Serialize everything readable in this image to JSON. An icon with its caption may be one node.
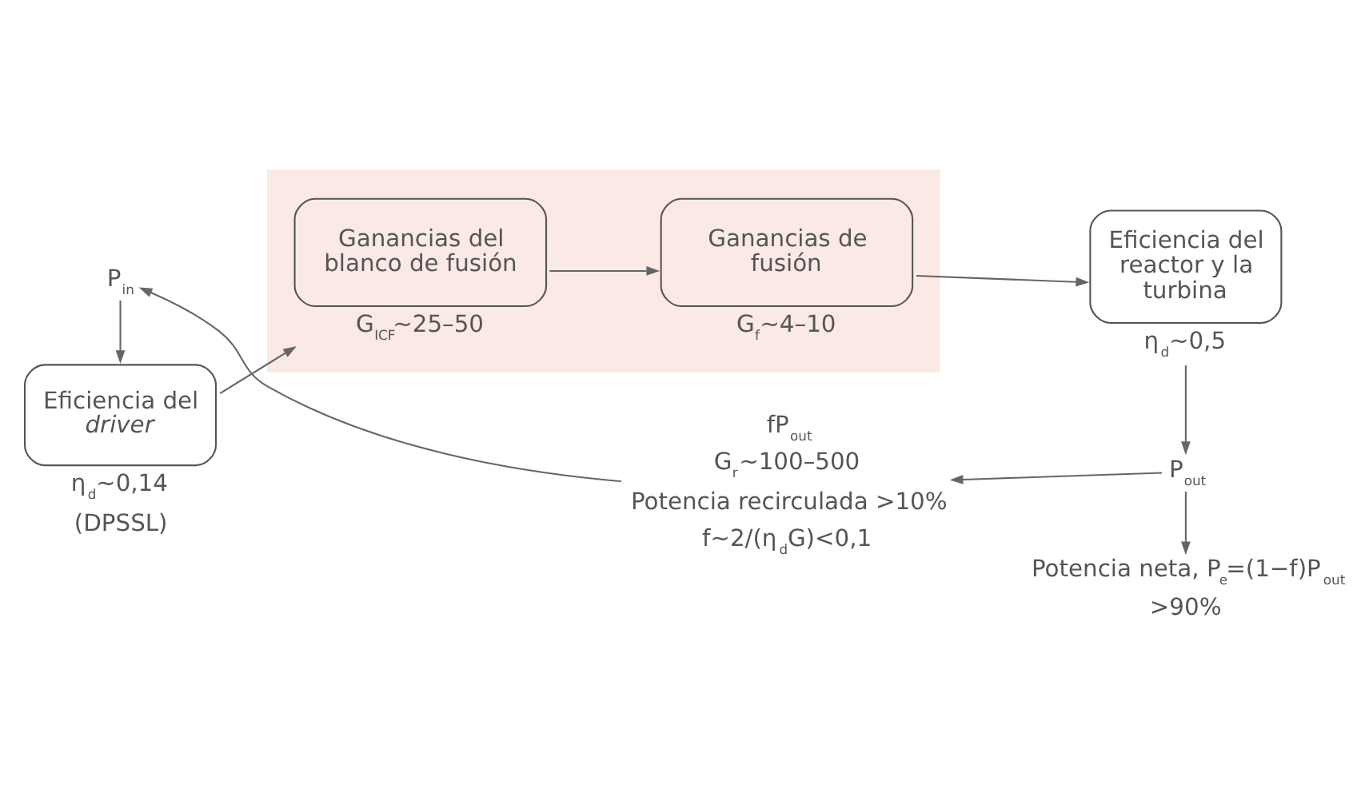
{
  "diagram": {
    "nodes": [
      {
        "text": [],
        "shape": "box"
      },
      {
        "text": [
          "Eficiencia del *driver*"
        ],
        "beside": [
          "η$_{d}$~0,14",
          "(DPSSL)"
        ]
      },
      {
        "text": [
          "Ganancias del blanco de fusión"
        ],
        "in": 0,
        "beside": [
          "G$_{ICF}$~25–50"
        ]
      },
      {
        "text": [
          "Ganancias de fusión"
        ],
        "in": 0,
        "beside": [
          "G$_{f}$~4–10"
        ]
      },
      {
        "text": [
          "Eficiencia del reactor y la turbina"
        ],
        "beside": [
          "η$_{d}$~0,5"
        ]
      },
      {
        "text": [
          "P$_{out}$"
        ]
      },
      {
        "text": [
          "fP$_{out}$"
        ],
        "beside": [
          "G$_{r}$~100–500",
          "Potencia recirculada >10%",
          "f~2/(η$_{d}$G)<0,1"
        ]
      },
      {
        "text": [
          "P$_{in}$"
        ]
      },
      {
        "text": [
          "Potencia neta, P$_{e}$=(1−f)P$_{out}$"
        ],
        "beside": [
          ">90%"
        ]
      }
    ],
    "edges": [
      {
        "from": 1,
        "to": 2,
        "arrow": "to"
      },
      {
        "from": 2,
        "to": 3,
        "arrow": "to"
      },
      {
        "from": 3,
        "to": 4,
        "arrow": "to"
      },
      {
        "from": 4,
        "to": 5,
        "arrow": "to"
      },
      {
        "from": 5,
        "to": 6,
        "arrow": "to"
      },
      {
        "from": 6,
        "to": 7,
        "arrow": "to"
      },
      {
        "from": 7,
        "to": 1,
        "arrow": "to"
      },
      {
        "from": 5,
        "to": 8,
        "arrow": "to"
      }
    ]
  }
}
